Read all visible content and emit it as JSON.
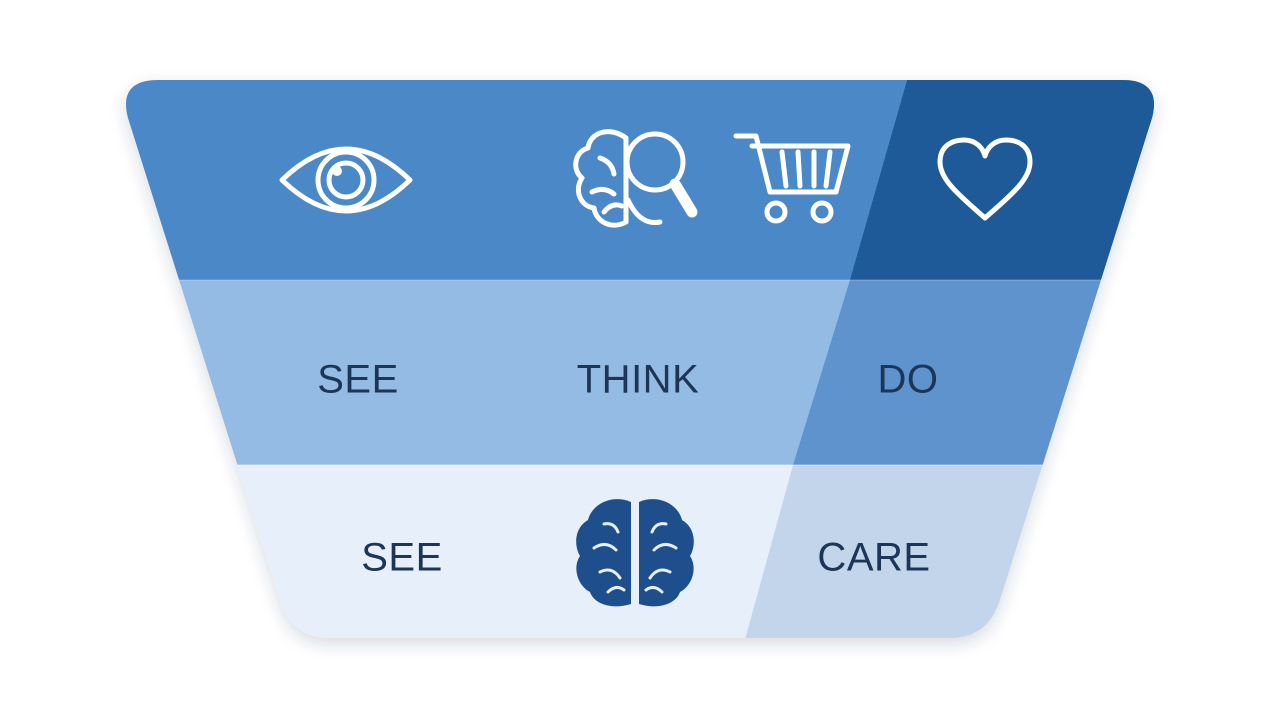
{
  "colors": {
    "top_band": "#4a88c8",
    "top_band_accent": "#1e5a98",
    "middle_band": "#94bbe3",
    "middle_band_accent": "#5f93cd",
    "bottom_band": "#e7f0fa",
    "bottom_band_accent": "#c3d5eb",
    "icon_light": "#ffffff",
    "icon_dark": "#1e4f8c",
    "text": "#1d3557"
  },
  "icons": [
    "eye-icon",
    "brain-search-icon",
    "shopping-cart-icon",
    "heart-icon",
    "brain-icon"
  ],
  "middle_row": {
    "see": "SEE",
    "think": "THINK",
    "do": "DO"
  },
  "bottom_row": {
    "see": "SEE",
    "care": "CARE"
  }
}
